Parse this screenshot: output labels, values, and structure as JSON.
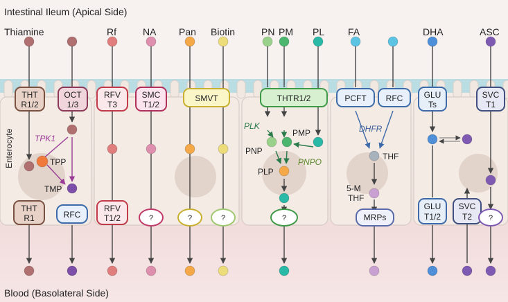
{
  "header": {
    "apical": "Intestinal Ileum (Apical Side)",
    "basolateral": "Blood (Basolateral Side)"
  },
  "side_label": "Enterocyte",
  "vitamins": {
    "thiamine": "Thiamine",
    "rf": "Rf",
    "na": "NA",
    "pan": "Pan",
    "biotin": "Biotin",
    "pn": "PN",
    "pm": "PM",
    "pl": "PL",
    "fa": "FA",
    "dha": "DHA",
    "asc": "ASC"
  },
  "transporters": {
    "tht12": [
      "THT",
      "R1/2"
    ],
    "oct13": [
      "OCT",
      "1/3"
    ],
    "rfvt3": [
      "RFV",
      "T3"
    ],
    "smct12": [
      "SMC",
      "T1/2"
    ],
    "smvt": "SMVT",
    "thtr12": "THTR1/2",
    "pcft": "PCFT",
    "rfc_apical": "RFC",
    "gluts": [
      "GLU",
      "Ts"
    ],
    "svct1": [
      "SVC",
      "T1"
    ],
    "thtr1": [
      "THT",
      "R1"
    ],
    "rfc_baso": "RFC",
    "rfvt12": [
      "RFV",
      "T1/2"
    ],
    "unknown": "?",
    "mrps": "MRPs",
    "glut12": [
      "GLU",
      "T1/2"
    ],
    "svct2": [
      "SVC",
      "T2"
    ]
  },
  "metabolites": {
    "tpp": "TPP",
    "tmp": "TMP",
    "pnp": "PNP",
    "pmp": "PMP",
    "plp": "PLP",
    "thf": "THF",
    "five_m_thf": [
      "5-M",
      "THF"
    ]
  },
  "enzymes": {
    "tpk1": "TPK1",
    "plk": "PLK",
    "pnpo": "PNPO",
    "dhfr": "DHFR"
  },
  "colors": {
    "thiamine": "#b07070",
    "tpp": "#f07a3c",
    "tmp": "#7e4fa8",
    "rf": "#e07d7d",
    "na": "#de8fae",
    "pan": "#f4a848",
    "biotin": "#ecdc7a",
    "pn": "#9ad28c",
    "pm": "#4cb56e",
    "pl": "#2ab9a6",
    "fa": "#5cc3e2",
    "thf": "#a8b2bc",
    "mthf": "#c9a0d2",
    "dha": "#4f8fd8",
    "asc": "#7e5ab2",
    "thiamine_box": "#7a5040",
    "oct_box": "#8b3a5a",
    "rfvt_box": "#c03a4a",
    "smct_box": "#b0305a",
    "smvt_box": "#c8b030",
    "thtr_box": "#3f9a48",
    "folate_box": "#3d6aa8",
    "vitc_box": "#3f4f80",
    "tpk_arrow": "#9a3c96",
    "pyridoxal_arrow": "#2a7a4a",
    "pnpo_text": "#5a8a2a",
    "dhfr_text": "#3a5e9c"
  }
}
